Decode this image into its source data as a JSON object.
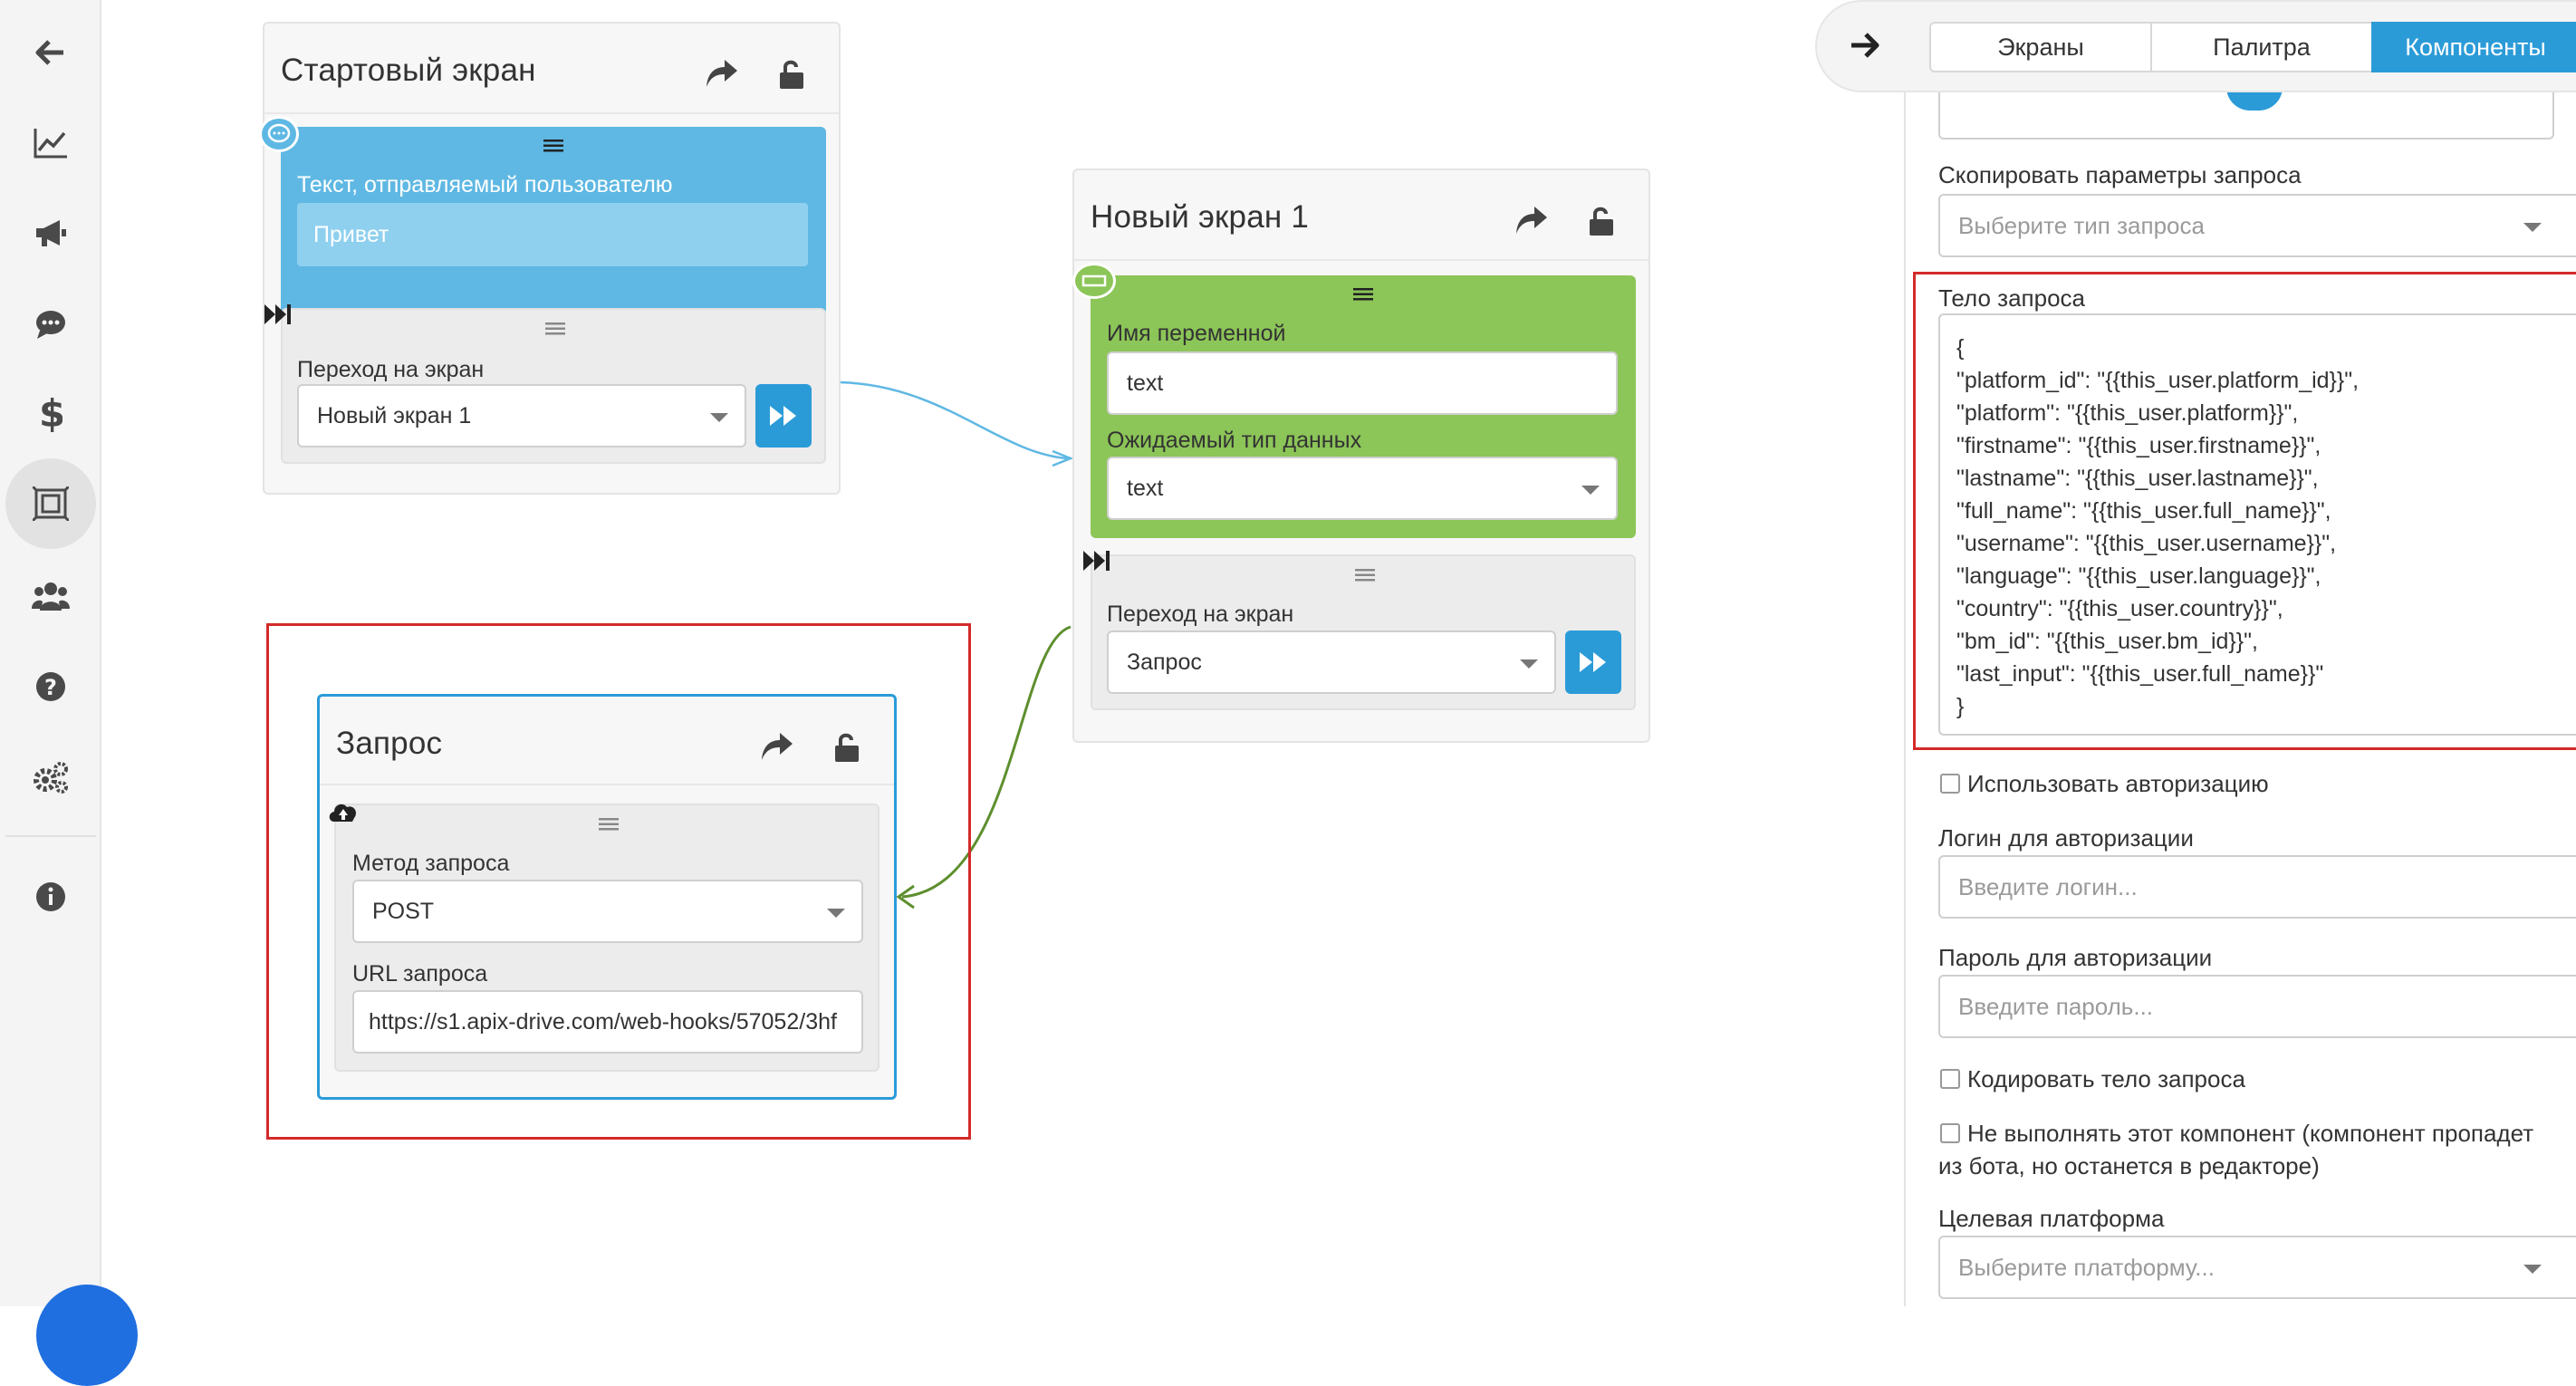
{
  "sidebar": {
    "items": [
      {
        "icon": "arrow-left-icon"
      },
      {
        "icon": "chart-line-icon"
      },
      {
        "icon": "megaphone-icon"
      },
      {
        "icon": "chat-icon"
      },
      {
        "icon": "dollar-icon"
      },
      {
        "icon": "screens-icon",
        "active": true
      },
      {
        "icon": "users-icon"
      },
      {
        "icon": "help-icon"
      },
      {
        "icon": "gears-icon"
      },
      {
        "icon": "info-icon"
      }
    ]
  },
  "start_card": {
    "title": "Стартовый экран",
    "text_block": {
      "label": "Текст, отправляемый пользователю",
      "value": "Привет"
    },
    "transition": {
      "label": "Переход на экран",
      "value": "Новый экран 1"
    }
  },
  "new_screen_card": {
    "title": "Новый экран 1",
    "variable": {
      "label": "Имя переменной",
      "value": "text"
    },
    "data_type": {
      "label": "Ожидаемый тип данных",
      "value": "text"
    },
    "transition": {
      "label": "Переход на экран",
      "value": "Запрос"
    }
  },
  "request_card": {
    "title": "Запрос",
    "method": {
      "label": "Метод запроса",
      "value": "POST"
    },
    "url": {
      "label": "URL запроса",
      "value": "https://s1.apix-drive.com/web-hooks/57052/3hf"
    }
  },
  "panel": {
    "tabs": [
      "Экраны",
      "Палитра",
      "Компоненты"
    ],
    "active_tab": "Компоненты",
    "copy_params": {
      "label": "Скопировать параметры запроса",
      "placeholder": "Выберите тип запроса"
    },
    "body": {
      "label": "Тело запроса",
      "lines": [
        "{",
        "\"platform_id\": \"{{this_user.platform_id}}\",",
        "\"platform\": \"{{this_user.platform}}\",",
        "\"firstname\": \"{{this_user.firstname}}\",",
        "\"lastname\": \"{{this_user.lastname}}\",",
        "\"full_name\": \"{{this_user.full_name}}\",",
        "\"username\": \"{{this_user.username}}\",",
        "\"language\": \"{{this_user.language}}\",",
        "\"country\": \"{{this_user.country}}\",",
        "\"bm_id\": \"{{this_user.bm_id}}\",",
        "\"last_input\": \"{{this_user.full_name}}\"",
        "}"
      ]
    },
    "use_auth": {
      "label": "Использовать авторизацию",
      "checked": false
    },
    "login": {
      "label": "Логин для авторизации",
      "placeholder": "Введите логин..."
    },
    "password": {
      "label": "Пароль для авторизации",
      "placeholder": "Введите пароль..."
    },
    "encode_body": {
      "label": "Кодировать тело запроса",
      "checked": false
    },
    "skip_component": {
      "label_line1": "Не выполнять этот компонент (компонент пропадет",
      "label_line2": "из бота, но останется в редакторе)",
      "checked": false
    },
    "target_platform": {
      "label": "Целевая платформа",
      "placeholder": "Выберите платформу..."
    }
  },
  "colors": {
    "accent": "#2b9bd8",
    "text_block": "#5fb8e3",
    "input_block": "#8cc558",
    "highlight": "#d42a2a"
  }
}
